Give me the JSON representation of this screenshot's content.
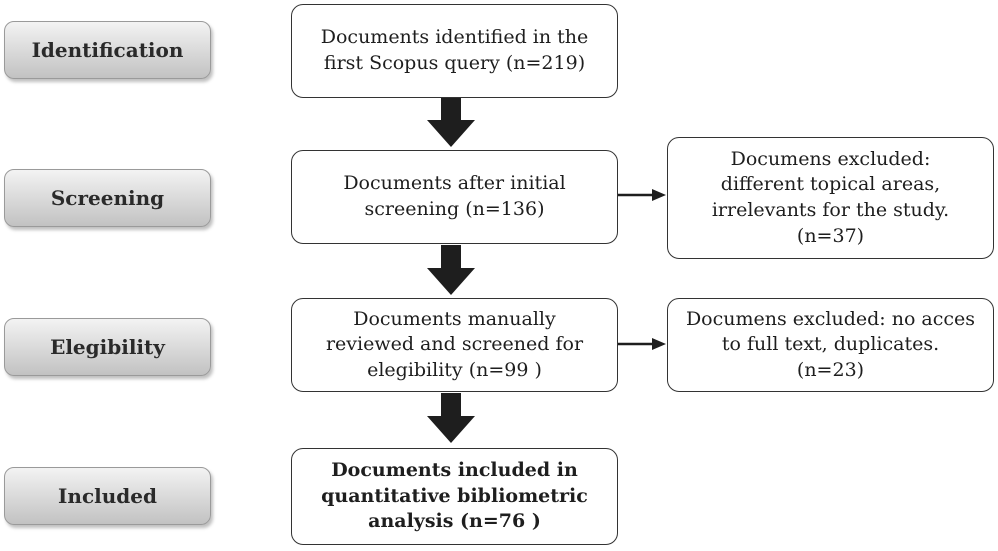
{
  "stages": {
    "identification": "Identification",
    "screening": "Screening",
    "eligibility": "Elegibility",
    "included": "Included"
  },
  "boxes": {
    "identified": "Documents identified in the\nfirst Scopus query (n=219)",
    "initial_screening": "Documents after initial\nscreening (n=136)",
    "manual_review": "Documents manually\nreviewed and screened for\nelegibility (n=99 )",
    "included": "Documents included in\nquantitative bibliometric\nanalysis (n=76 )",
    "excluded_screening": "Documens excluded:\ndifferent topical areas,\nirrelevants for the study.\n(n=37)",
    "excluded_eligibility": "Documens excluded: no acces\nto full text, duplicates.\n(n=23)"
  }
}
